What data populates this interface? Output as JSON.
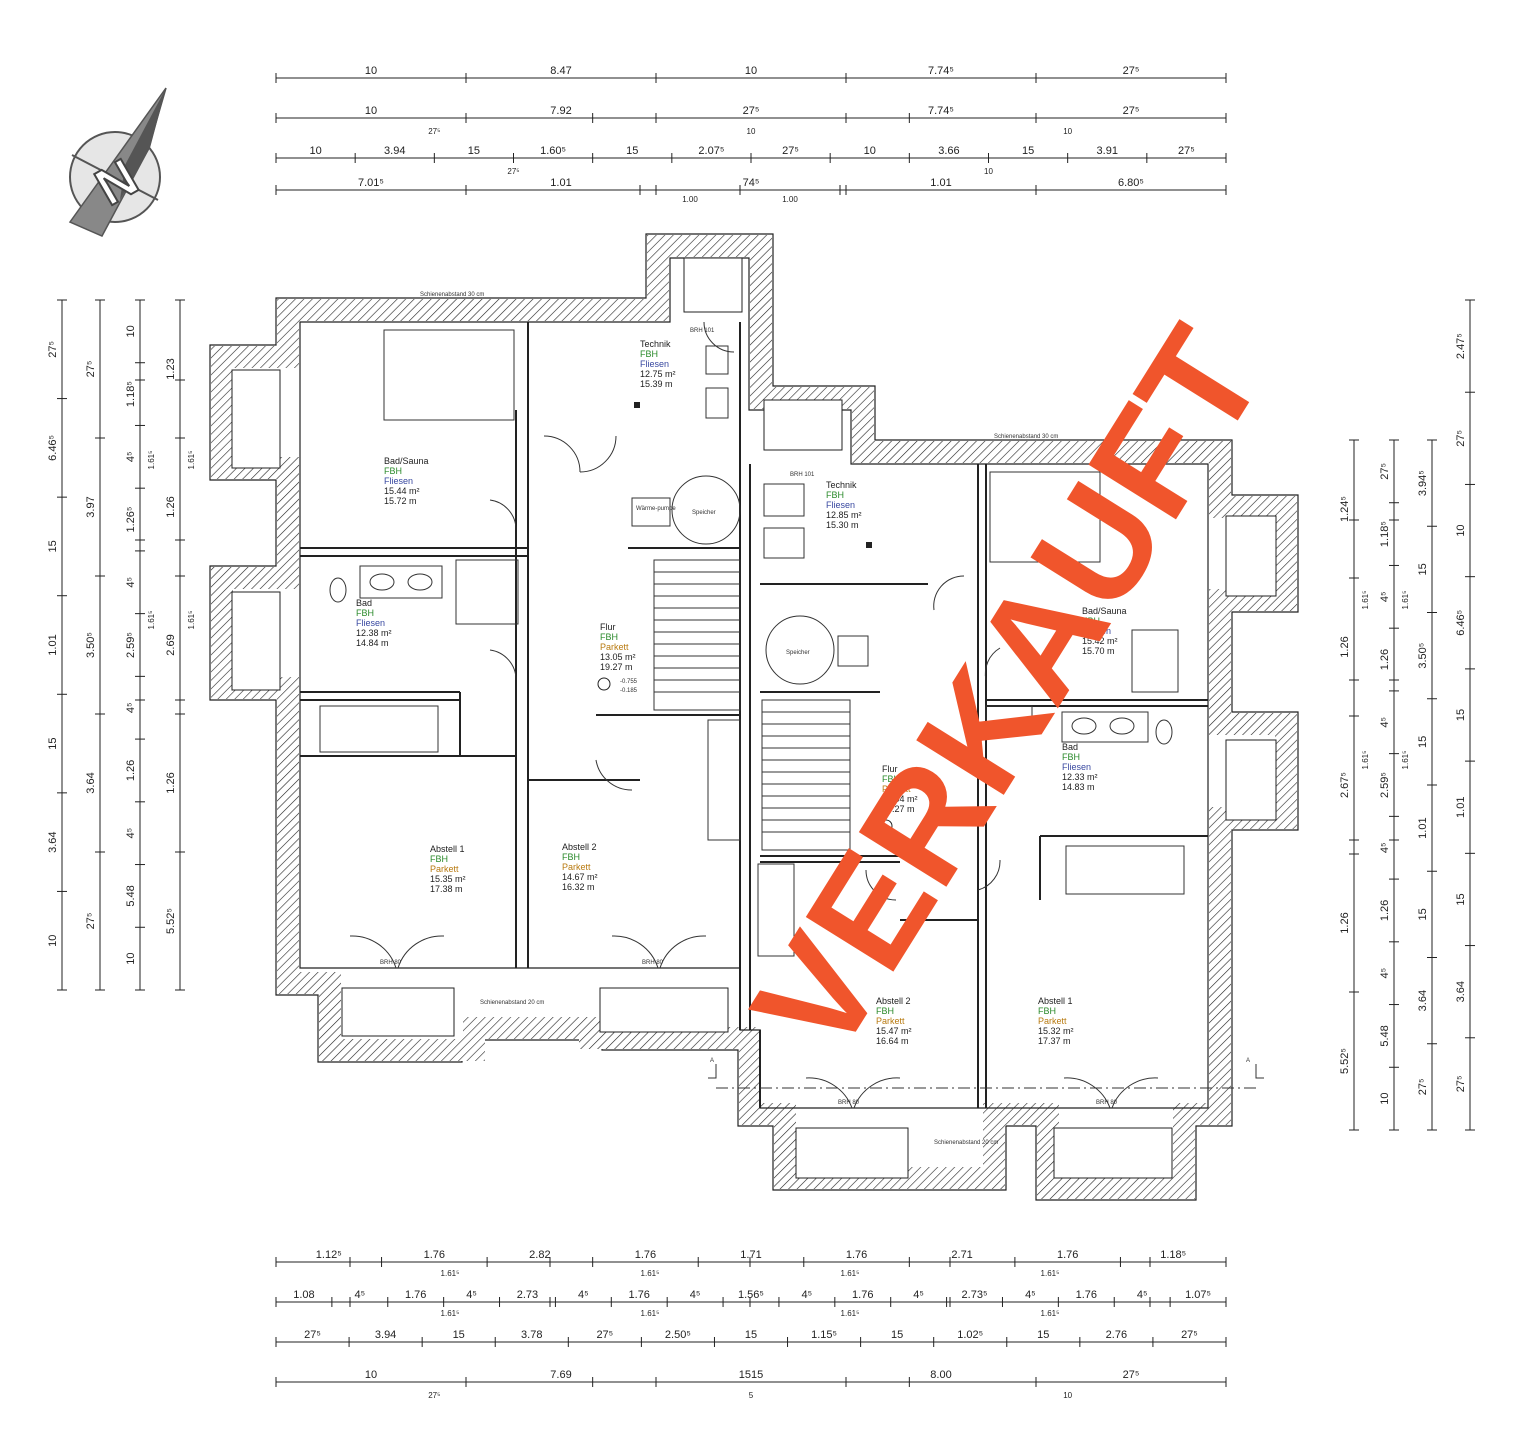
{
  "compass": {
    "letter": "N"
  },
  "stamp": {
    "text": "VERKAUFT"
  },
  "dims_top": {
    "r1": [
      "10",
      "8.47",
      "10",
      "7.74⁵",
      "27⁵"
    ],
    "r2": [
      "10",
      "7.92",
      "27⁵",
      "7.74⁵",
      "27⁵"
    ],
    "r2b": [
      "27⁵",
      "10",
      "10"
    ],
    "r3": [
      "10",
      "3.94",
      "15",
      "1.60⁵",
      "15",
      "2.07⁵",
      "27⁵",
      "10",
      "3.66",
      "15",
      "3.91",
      "27⁵"
    ],
    "r3b": [
      "27⁵",
      "10"
    ],
    "r4": [
      "7.01⁵",
      "1.01",
      "74⁵",
      "1.01",
      "6.80⁵"
    ],
    "r4b": [
      "1.00",
      "1.00"
    ]
  },
  "dims_bottom": {
    "r1": [
      "1.12⁵",
      "1.76",
      "2.82",
      "1.76",
      "1.71",
      "1.76",
      "2.71",
      "1.76",
      "1.18⁵"
    ],
    "r1b": [
      "1.61⁵",
      "1.61⁵",
      "1.61⁵",
      "1.61⁵"
    ],
    "r2": [
      "1.08",
      "4⁵",
      "1.76",
      "4⁵",
      "2.73",
      "4⁵",
      "1.76",
      "4⁵",
      "1.56⁵",
      "4⁵",
      "1.76",
      "4⁵",
      "2.73⁵",
      "4⁵",
      "1.76",
      "4⁵",
      "1.07⁵"
    ],
    "r2b": [
      "1.61⁵",
      "1.61⁵",
      "1.61⁵",
      "1.61⁵"
    ],
    "r3": [
      "27⁵",
      "3.94",
      "15",
      "3.78",
      "27⁵",
      "2.50⁵",
      "15",
      "1.15⁵",
      "15",
      "1.02⁵",
      "15",
      "2.76",
      "27⁵"
    ],
    "r4": [
      "10",
      "7.69",
      "1515",
      "8.00",
      "27⁵"
    ],
    "r4b": [
      "27⁵",
      "5",
      "10"
    ]
  },
  "dims_left": {
    "c1": [
      "27⁵",
      "6.46⁵",
      "15",
      "1.01",
      "15",
      "3.64",
      "10"
    ],
    "c2": [
      "27⁵",
      "3.97",
      "3.50⁵",
      "3.64",
      "27⁵"
    ],
    "c3": [
      "10",
      "1.18⁵",
      "4⁵",
      "1.26⁵",
      "4⁵",
      "2.59⁵",
      "4⁵",
      "1.26",
      "4⁵",
      "5.48",
      "10"
    ],
    "c3b": [
      "1.61⁵",
      "1.61⁵"
    ],
    "c4": [
      "1.23",
      "1.26",
      "2.69",
      "1.26",
      "5.52⁵"
    ],
    "c4b": [
      "1.61⁵",
      "1.61⁵"
    ]
  },
  "dims_right": {
    "c1": [
      "1.24⁵",
      "1.26",
      "2.67⁵",
      "1.26",
      "5.52⁵"
    ],
    "c1b": [
      "1.61⁵",
      "1.61⁵"
    ],
    "c2": [
      "27⁵",
      "1.18⁵",
      "4⁵",
      "1.26",
      "4⁵",
      "2.59⁵",
      "4⁵",
      "1.26",
      "4⁵",
      "5.48",
      "10"
    ],
    "c2b": [
      "1.61⁵",
      "1.61⁵"
    ],
    "c3": [
      "3.94⁵",
      "15",
      "3.50⁵",
      "15",
      "1.01",
      "15",
      "3.64",
      "27⁵"
    ],
    "c4": [
      "2.47⁵",
      "27⁵",
      "10",
      "6.46⁵",
      "15",
      "1.01",
      "15",
      "3.64",
      "27⁵"
    ]
  },
  "rooms": {
    "bad_sauna_l": {
      "name": "Bad/Sauna",
      "heat": "FBH",
      "floor": "Fliesen",
      "area": "15.44 m²",
      "perim": "15.72 m"
    },
    "bad_l": {
      "name": "Bad",
      "heat": "FBH",
      "floor": "Fliesen",
      "area": "12.38 m²",
      "perim": "14.84 m"
    },
    "technik_l": {
      "name": "Technik",
      "heat": "FBH",
      "floor": "Fliesen",
      "area": "12.75 m²",
      "perim": "15.39 m"
    },
    "flur_l": {
      "name": "Flur",
      "heat": "FBH",
      "floor": "Parkett",
      "area": "13.05 m²",
      "perim": "19.27 m"
    },
    "abstell1_l": {
      "name": "Abstell 1",
      "heat": "FBH",
      "floor": "Parkett",
      "area": "15.35 m²",
      "perim": "17.38 m"
    },
    "abstell2_l": {
      "name": "Abstell 2",
      "heat": "FBH",
      "floor": "Parkett",
      "area": "14.67 m²",
      "perim": "16.32 m"
    },
    "technik_r": {
      "name": "Technik",
      "heat": "FBH",
      "floor": "Fliesen",
      "area": "12.85 m²",
      "perim": "15.30 m"
    },
    "bad_sauna_r": {
      "name": "Bad/Sauna",
      "heat": "FBH",
      "floor": "Fliesen",
      "area": "15.42 m²",
      "perim": "15.70 m"
    },
    "bad_r": {
      "name": "Bad",
      "heat": "FBH",
      "floor": "Fliesen",
      "area": "12.33 m²",
      "perim": "14.83 m"
    },
    "flur_r": {
      "name": "Flur",
      "heat": "FBH",
      "floor": "Parkett",
      "area": "13.04 m²",
      "perim": "19.27 m"
    },
    "abstell2_r": {
      "name": "Abstell 2",
      "heat": "FBH",
      "floor": "Parkett",
      "area": "15.47 m²",
      "perim": "16.64 m"
    },
    "abstell1_r": {
      "name": "Abstell 1",
      "heat": "FBH",
      "floor": "Parkett",
      "area": "15.32 m²",
      "perim": "17.37 m"
    }
  },
  "labels": {
    "speicher": "Speicher",
    "waermepumpe": "Wärme-pumpe",
    "brh101": "BRH 101",
    "brh80": "BRH 80",
    "schienenabstand30": "Schienenabstand 30 cm",
    "schienenabstand20": "Schienenabstand 20 cm",
    "level_a": "-0.755",
    "level_b": "-0.185",
    "section": "A"
  }
}
